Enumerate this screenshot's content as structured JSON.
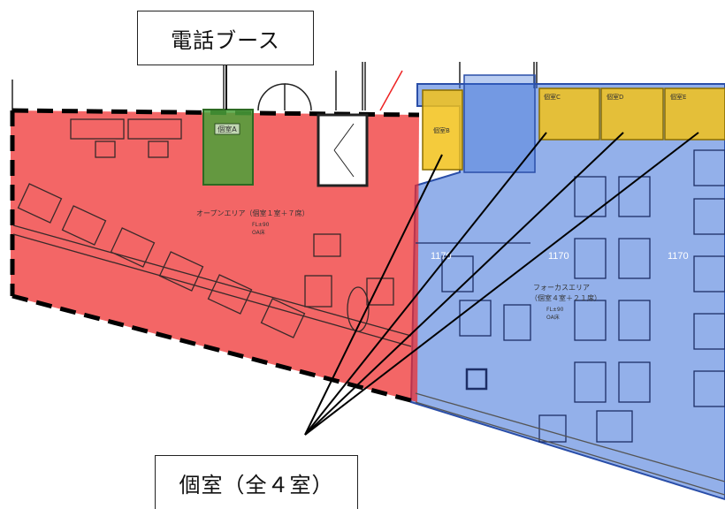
{
  "callouts": {
    "phone_booth": "電話ブース",
    "private_rooms": "個室（全４室）"
  },
  "areas": {
    "open_area": {
      "label": "オープンエリア（個室１室＋７席）",
      "sub1": "FL±90",
      "sub2": "OA床"
    },
    "focus_area": {
      "label1": "フォーカスエリア",
      "label2": "（個室４室＋２１席）",
      "sub1": "FL±90",
      "sub2": "OA床"
    }
  },
  "booth_label": "個室A",
  "room_labels": [
    "個室B",
    "個室C",
    "個室D",
    "個室E"
  ],
  "dimensions": [
    "1170",
    "1170",
    "1170"
  ],
  "colors": {
    "open_area": "#ef2b2b",
    "focus_area": "#3a6fd8",
    "phone_booth": "#4aa13a",
    "private_rooms": "#f2c21a"
  }
}
